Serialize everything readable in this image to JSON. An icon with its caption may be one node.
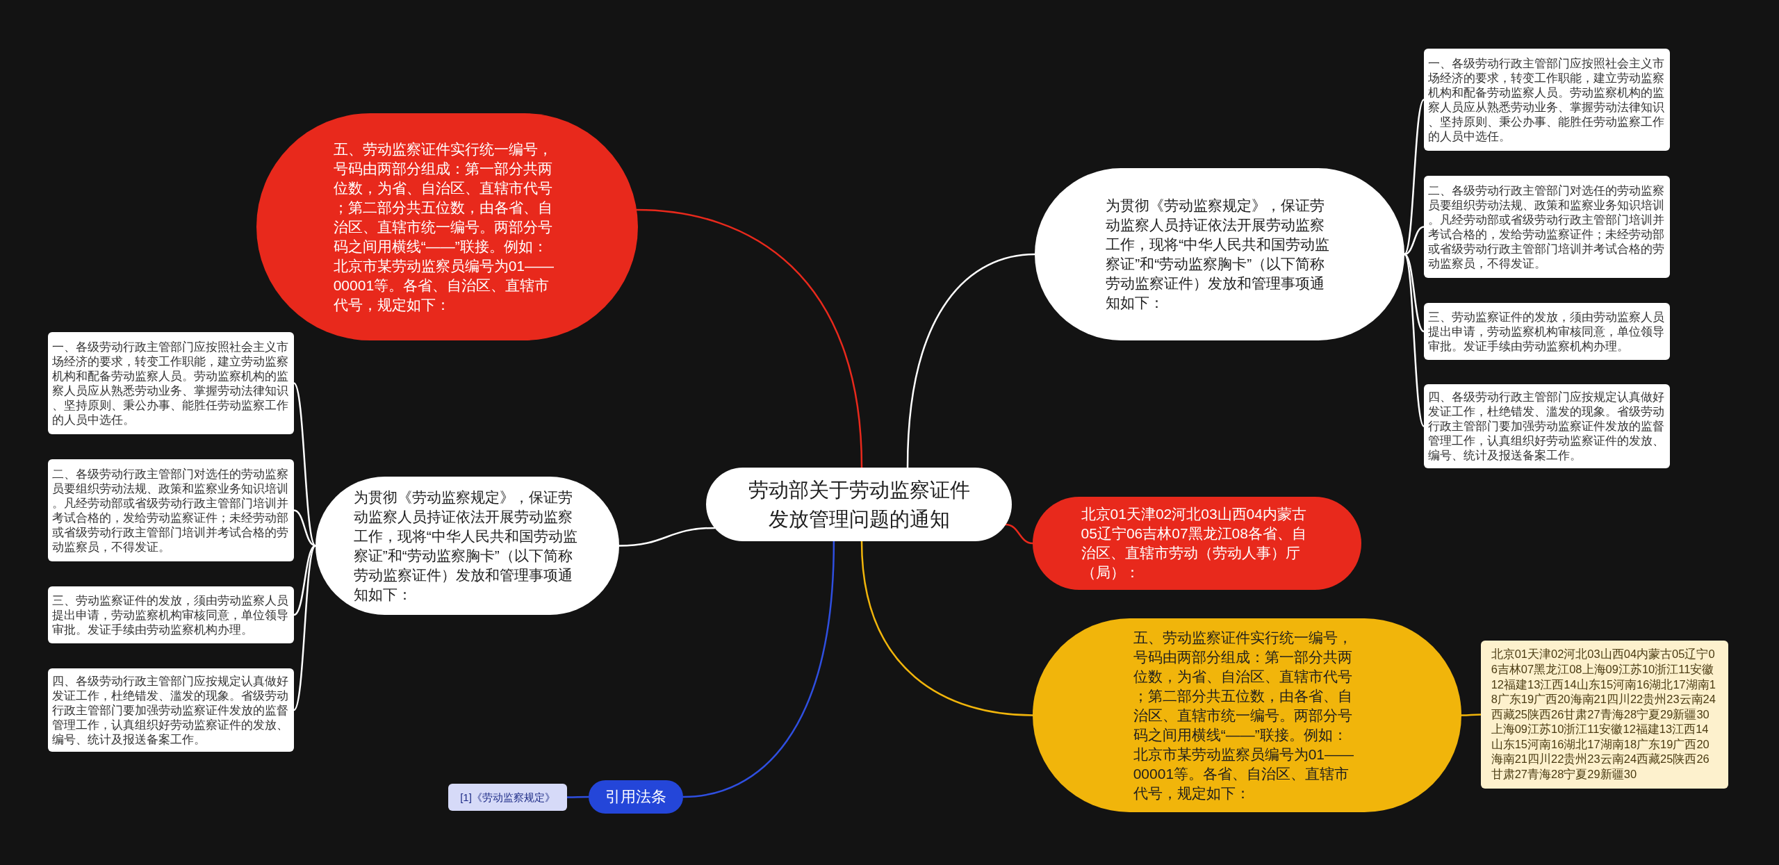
{
  "diagram": {
    "nodes": [
      {
        "text": [
          "劳动部关于劳动监察证件发放管理问题的通知"
        ]
      },
      {
        "text": [
          "五、劳动监察证件实行统一编号，号码由两部分组成：第一部分共两位数，为省、自治区、直辖市代号；第二部分共五位数，由各省、自治区、直辖市统一编号。两部分号码之间用横线“——”联接。例如：北京市某劳动监察员编号为01——00001等。各省、自治区、直辖市代号，规定如下："
        ]
      },
      {
        "text": [
          "为贯彻《劳动监察规定》，保证劳动监察人员持证依法开展劳动监察工作，现将“中华人民共和国劳动监察证”和“劳动监察胸卡”（以下简称劳动监察证件）发放和管理事项通知如下："
        ]
      },
      {
        "text": [
          "一、各级劳动行政主管部门应按照社会主义市场经济的要求，转变工作职能，建立劳动监察机构和配备劳动监察人员。劳动监察机构的监察人员应从熟悉劳动业务、掌握劳动法律知识、坚持原则、秉公办事、能胜任劳动监察工作的人员中选任。"
        ]
      },
      {
        "text": [
          "二、各级劳动行政主管部门对选任的劳动监察员要组织劳动法规、政策和监察业务知识培训。凡经劳动部或省级劳动行政主管部门培训并考试合格的，发给劳动监察证件；未经劳动部或省级劳动行政主管部门培训并考试合格的劳动监察员，不得发证。"
        ]
      },
      {
        "text": [
          "三、劳动监察证件的发放，须由劳动监察人员提出申请，劳动监察机构审核同意，单位领导审批。发证手续由劳动监察机构办理。"
        ]
      },
      {
        "text": [
          "四、各级劳动行政主管部门应按规定认真做好发证工作，杜绝错发、滥发的现象。省级劳动行政主管部门要加强劳动监察证件发放的监督管理工作，认真组织好劳动监察证件的发放、编号、统计及报送备案工作。"
        ]
      },
      {
        "text": [
          "为贯彻《劳动监察规定》，保证劳动监察人员持证依法开展劳动监察工作，现将“中华人民共和国劳动监察证”和“劳动监察胸卡”（以下简称劳动监察证件）发放和管理事项通知如下："
        ]
      },
      {
        "text": [
          "一、各级劳动行政主管部门应按照社会主义市场经济的要求，转变工作职能，建立劳动监察机构和配备劳动监察人员。劳动监察机构的监察人员应从熟悉劳动业务、掌握劳动法律知识、坚持原则、秉公办事、能胜任劳动监察工作的人员中选任。"
        ]
      },
      {
        "text": [
          "二、各级劳动行政主管部门对选任的劳动监察员要组织劳动法规、政策和监察业务知识培训。凡经劳动部或省级劳动行政主管部门培训并考试合格的，发给劳动监察证件；未经劳动部或省级劳动行政主管部门培训并考试合格的劳动监察员，不得发证。"
        ]
      },
      {
        "text": [
          "三、劳动监察证件的发放，须由劳动监察人员提出申请，劳动监察机构审核同意，单位领导审批。发证手续由劳动监察机构办理。"
        ]
      },
      {
        "text": [
          "四、各级劳动行政主管部门应按规定认真做好发证工作，杜绝错发、滥发的现象。省级劳动行政主管部门要加强劳动监察证件发放的监督管理工作，认真组织好劳动监察证件的发放、编号、统计及报送备案工作。"
        ]
      },
      {
        "text": [
          "北京01天津02河北03山西04内蒙古05辽宁06吉林07黑龙江08各省、自治区、直辖市劳动（劳动人事）厅（局）："
        ]
      },
      {
        "text": [
          "五、劳动监察证件实行统一编号，号码由两部分组成：第一部分共两位数，为省、自治区、直辖市代号；第二部分共五位数，由各省、自治区、直辖市统一编号。两部分号码之间用横线“——”联接。例如：北京市某劳动监察员编号为01——00001等。各省、自治区、直辖市代号，规定如下："
        ]
      },
      {
        "text": [
          "北京01天津02河北03山西04内蒙古05辽宁06吉林07黑龙江08上海09江苏10浙江11安徽12福建13江西14山东15河南16湖北17湖南18广东19广西20海南21四川22贵州23云南24西藏25陕西26甘肃27青海28宁夏29新疆30上海09江苏10浙江11安徽12福建13江西14山东15河南16湖北17湖南18广东19广西20海南21四川22贵州23云南24西藏25陕西26甘肃27青海28宁夏29新疆30"
        ]
      },
      {
        "text": [
          "引用法条"
        ]
      },
      {
        "text": [
          "[1]《劳动监察规定》"
        ]
      }
    ],
    "edges": [
      {
        "from": 0,
        "to": 1,
        "arrow": "none",
        "color": "#e8291c"
      },
      {
        "from": 0,
        "to": 2,
        "arrow": "none"
      },
      {
        "from": 2,
        "to": 3,
        "arrow": "none"
      },
      {
        "from": 2,
        "to": 4,
        "arrow": "none"
      },
      {
        "from": 2,
        "to": 5,
        "arrow": "none"
      },
      {
        "from": 2,
        "to": 6,
        "arrow": "none"
      },
      {
        "from": 0,
        "to": 7,
        "arrow": "none"
      },
      {
        "from": 7,
        "to": 8,
        "arrow": "none"
      },
      {
        "from": 7,
        "to": 9,
        "arrow": "none"
      },
      {
        "from": 7,
        "to": 10,
        "arrow": "none"
      },
      {
        "from": 7,
        "to": 11,
        "arrow": "none"
      },
      {
        "from": 0,
        "to": 12,
        "arrow": "none",
        "color": "#e8291c"
      },
      {
        "from": 0,
        "to": 13,
        "arrow": "none",
        "color": "#f1b50b"
      },
      {
        "from": 13,
        "to": 14,
        "arrow": "none",
        "color": "#f1b50b"
      },
      {
        "from": 0,
        "to": 15,
        "arrow": "none",
        "color": "#2f4fe0"
      },
      {
        "from": 15,
        "to": 16,
        "arrow": "none",
        "color": "#2f4fe0"
      }
    ]
  }
}
